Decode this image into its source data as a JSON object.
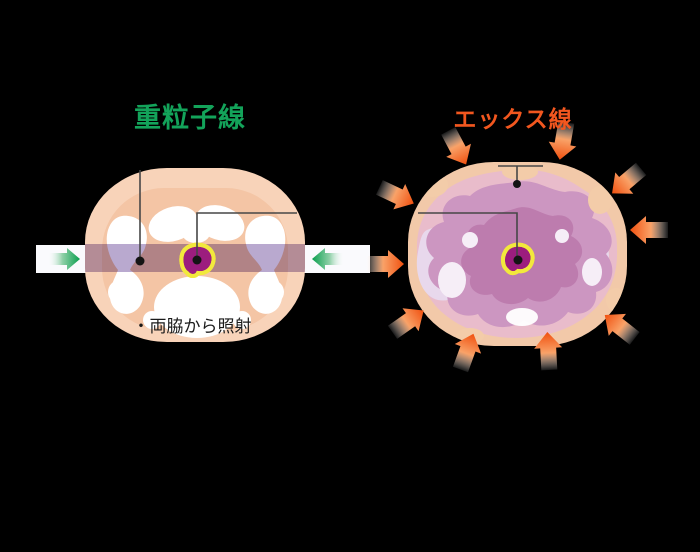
{
  "figure": {
    "background_color": "#000000",
    "description_visible_text_only": true
  },
  "left_panel": {
    "title": "重粒子線",
    "title_color": "#13a35a",
    "caption": "・両脇から照射",
    "beam_arrow_color": "#0a9f4e",
    "beam_band_color": "#fafafd",
    "beam_overlay_color": "#b9a9cf",
    "body_color": "#f8d3b9",
    "body_inner_color": "#f4c5a5",
    "bone_color": "#ffffff",
    "tumor_fill": "#9c1d7e",
    "tumor_ring": "#f2e93c",
    "marker_dot_color": "#141414",
    "leader_line_color": "#474747"
  },
  "right_panel": {
    "title": "エックス線",
    "title_color": "#f2571f",
    "beam_arrow_color": "#f0500f",
    "body_color": "#f2c9a9",
    "tumor_fill": "#9c1d7e",
    "tumor_ring": "#f2e93c",
    "marker_dot_color": "#141414",
    "leader_line_color": "#474747",
    "swirl_colors": [
      "#e9bccb",
      "#cc96c1",
      "#bd7cae",
      "#e8d8ec",
      "#f6eef7",
      "#f3cca9"
    ]
  },
  "icons": {
    "left_beam_arrow": "green-beam-arrow-icon",
    "right_beam_arrow": "xray-beam-arrow-icon",
    "marker": "target-dot-icon"
  }
}
